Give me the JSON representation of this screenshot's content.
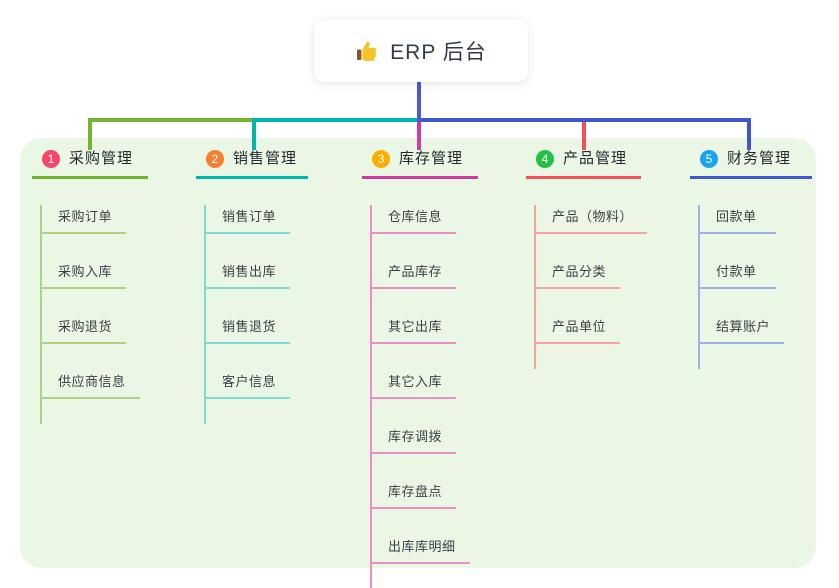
{
  "root": {
    "title": "ERP 后台",
    "icon": "thumbs-up-icon"
  },
  "colors": {
    "canvas_bg": "#ffffff",
    "panel_bg": "#eaf7e4",
    "root_connector": "#4c59d6",
    "root_text": "#333b49",
    "node_text": "#3b4047",
    "thumb_yellow": "#f5c328",
    "thumb_cuff": "#8d5524"
  },
  "branches": [
    {
      "index": "1",
      "title": "采购管理",
      "badge_color": "#f4466b",
      "line_color": "#72b531",
      "light_color": "#abd386",
      "children": [
        "采购订单",
        "采购入库",
        "采购退货",
        "供应商信息"
      ]
    },
    {
      "index": "2",
      "title": "销售管理",
      "badge_color": "#f97d31",
      "line_color": "#00b5ab",
      "light_color": "#82d8d2",
      "children": [
        "销售订单",
        "销售出库",
        "销售退货",
        "客户信息"
      ]
    },
    {
      "index": "3",
      "title": "库存管理",
      "badge_color": "#ffae00",
      "line_color": "#d13a9e",
      "light_color": "#ea8fc8",
      "children": [
        "仓库信息",
        "产品库存",
        "其它出库",
        "其它入库",
        "库存调拨",
        "库存盘点",
        "出库库明细"
      ]
    },
    {
      "index": "4",
      "title": "产品管理",
      "badge_color": "#22c245",
      "line_color": "#f25155",
      "light_color": "#f8a2a4",
      "children": [
        "产品（物料）",
        "产品分类",
        "产品单位"
      ]
    },
    {
      "index": "5",
      "title": "财务管理",
      "badge_color": "#1ba3f2",
      "line_color": "#4055d2",
      "light_color": "#9cb0e9",
      "children": [
        "回款单",
        "付款单",
        "结算账户"
      ]
    }
  ]
}
